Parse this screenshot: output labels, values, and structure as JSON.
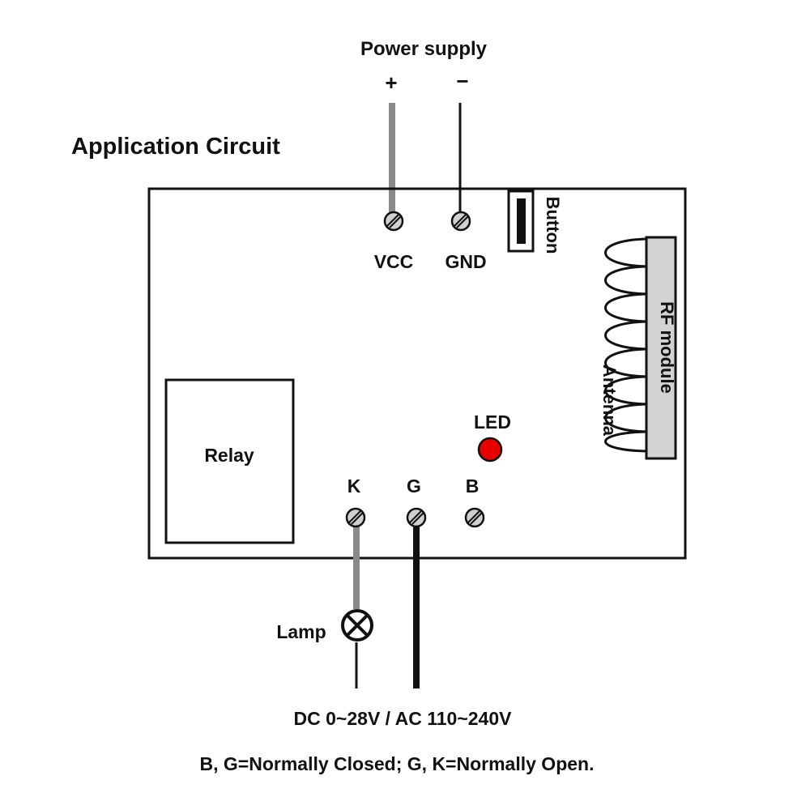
{
  "title": "Application Circuit",
  "power": {
    "label": "Power supply",
    "plus": "+",
    "minus": "−"
  },
  "terminals": {
    "vcc": "VCC",
    "gnd": "GND",
    "k": "K",
    "g": "G",
    "b": "B"
  },
  "components": {
    "button": "Button",
    "rf_module": "RF module",
    "antenna": "Antenna",
    "relay": "Relay",
    "led": "LED",
    "lamp": "Lamp"
  },
  "notes": {
    "load_supply": "DC 0~28V / AC 110~240V",
    "contacts": "B, G=Normally Closed; G, K=Normally Open."
  },
  "colors": {
    "line": "#111111",
    "gray_wire": "#8a8a8a",
    "terminal_fill": "#d0d0d0",
    "rf_fill": "#d3d3d3",
    "led": "#e60000"
  }
}
